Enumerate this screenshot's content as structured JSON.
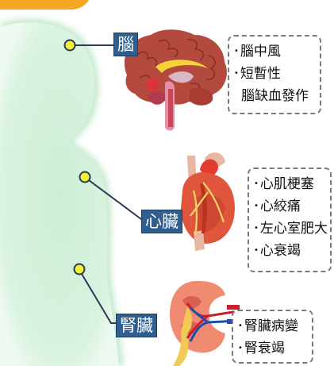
{
  "organs": [
    {
      "id": "brain",
      "label": "腦",
      "diseases": [
        "腦中風",
        "短暫性",
        "腦缺血發作"
      ]
    },
    {
      "id": "heart",
      "label": "心臟",
      "diseases": [
        "心肌梗塞",
        "心絞痛",
        "左心室肥大",
        "心衰竭"
      ]
    },
    {
      "id": "kidney",
      "label": "腎臟",
      "diseases": [
        "腎臟病變",
        "腎衰竭"
      ]
    }
  ],
  "colors": {
    "body_fill": "#d6f0dc",
    "body_glow": "#bfe6c8",
    "marker_fill": "#f2ef3a",
    "marker_stroke": "#2b3a55",
    "label_bg": "#2f5e8f",
    "connector": "#2b3a55",
    "accent_tab": "#f5a623"
  }
}
